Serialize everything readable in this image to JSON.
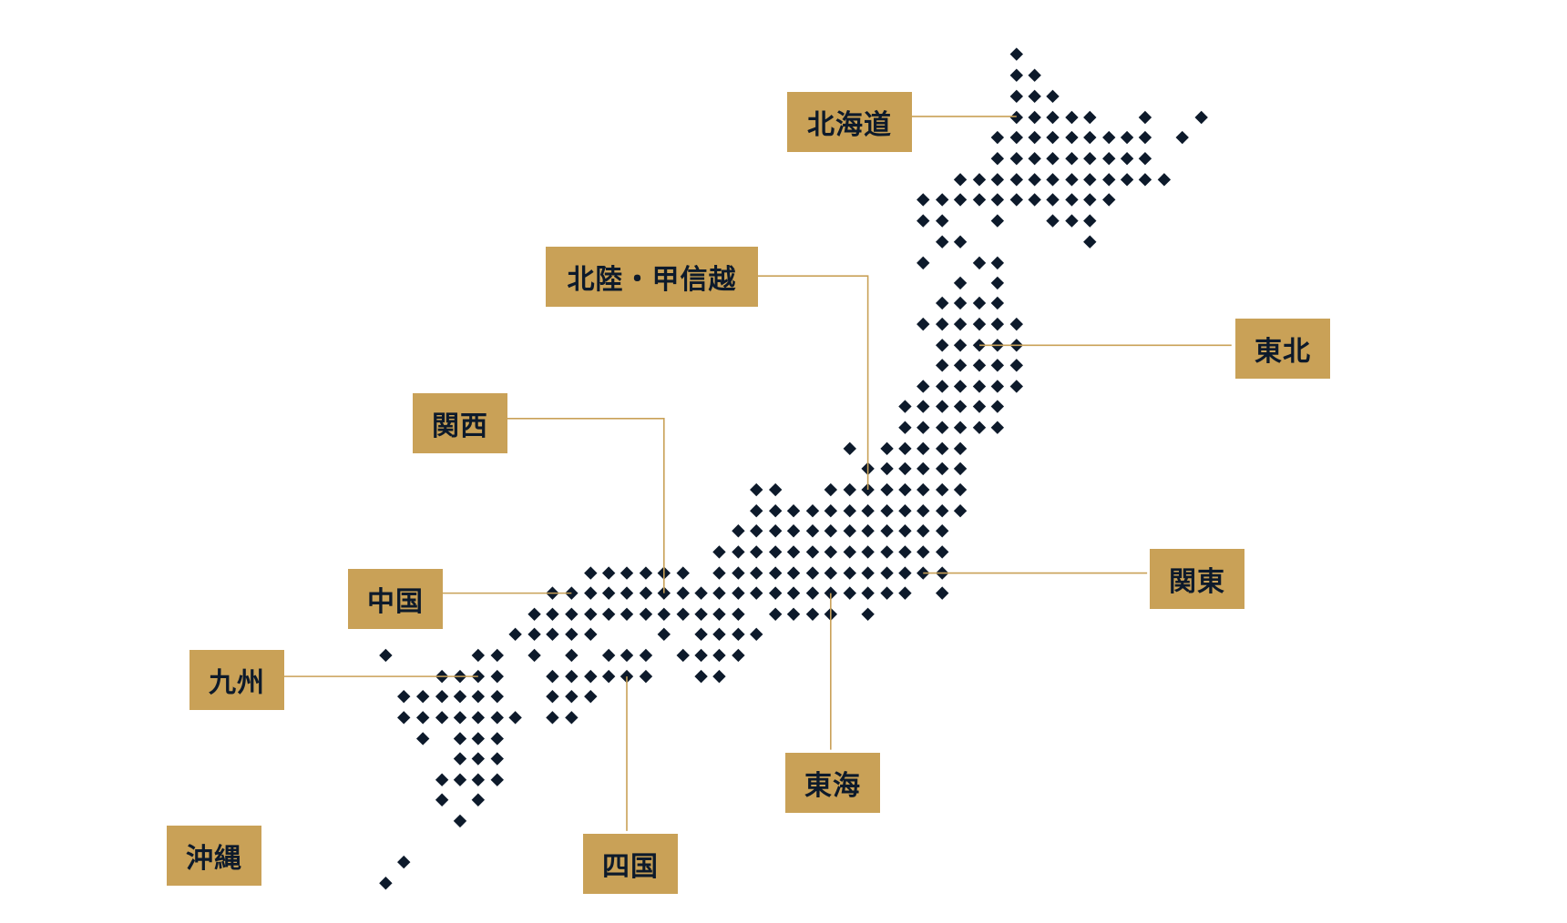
{
  "colors": {
    "dot": "#0d1a2b",
    "label_bg": "#c9a157",
    "line": "#c9a157"
  },
  "regions": [
    {
      "id": "hokkaido",
      "label": "北海道"
    },
    {
      "id": "hokuriku-koshinetsu",
      "label": "北陸・甲信越"
    },
    {
      "id": "tohoku",
      "label": "東北"
    },
    {
      "id": "kansai",
      "label": "関西"
    },
    {
      "id": "chugoku",
      "label": "中国"
    },
    {
      "id": "kanto",
      "label": "関東"
    },
    {
      "id": "kyushu",
      "label": "九州"
    },
    {
      "id": "tokai",
      "label": "東海"
    },
    {
      "id": "okinawa",
      "label": "沖縄"
    },
    {
      "id": "shikoku",
      "label": "四国"
    }
  ]
}
